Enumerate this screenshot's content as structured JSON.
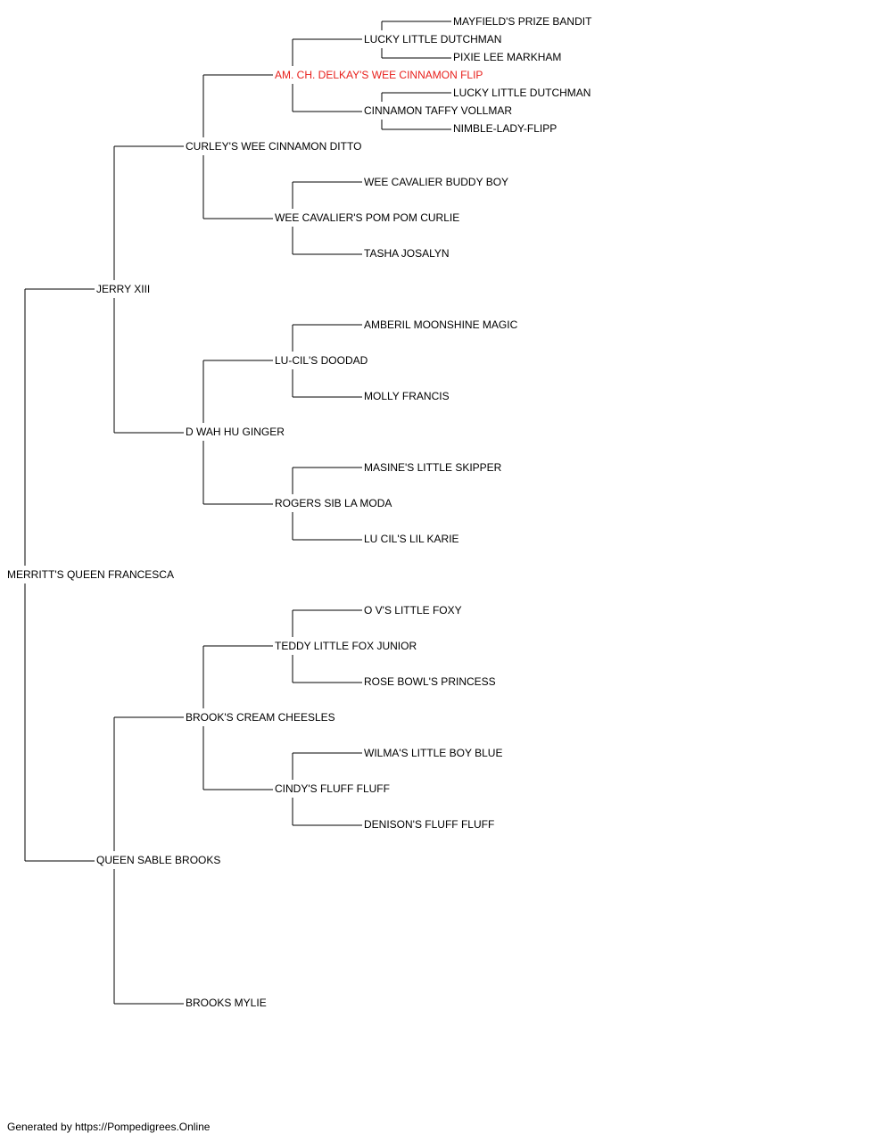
{
  "pedigree": {
    "name": "MERRITT'S QUEEN FRANCESCA",
    "sire": {
      "name": "JERRY XIII",
      "sire": {
        "name": "CURLEY'S WEE CINNAMON DITTO",
        "sire": {
          "name": "AM. CH. DELKAY'S WEE CINNAMON FLIP",
          "highlight": true,
          "sire": {
            "name": "LUCKY LITTLE DUTCHMAN",
            "sire": {
              "name": "MAYFIELD'S PRIZE BANDIT"
            },
            "dam": {
              "name": "PIXIE LEE MARKHAM"
            }
          },
          "dam": {
            "name": "CINNAMON TAFFY VOLLMAR",
            "sire": {
              "name": "LUCKY LITTLE DUTCHMAN"
            },
            "dam": {
              "name": "NIMBLE-LADY-FLIPP"
            }
          }
        },
        "dam": {
          "name": "WEE CAVALIER'S POM POM CURLIE",
          "sire": {
            "name": "WEE CAVALIER BUDDY BOY"
          },
          "dam": {
            "name": "TASHA JOSALYN"
          }
        }
      },
      "dam": {
        "name": "D WAH HU GINGER",
        "sire": {
          "name": "LU-CIL'S DOODAD",
          "sire": {
            "name": "AMBERIL MOONSHINE MAGIC"
          },
          "dam": {
            "name": "MOLLY FRANCIS"
          }
        },
        "dam": {
          "name": "ROGERS SIB LA MODA",
          "sire": {
            "name": "MASINE'S LITTLE SKIPPER"
          },
          "dam": {
            "name": "LU CIL'S LIL KARIE"
          }
        }
      }
    },
    "dam": {
      "name": "QUEEN SABLE BROOKS",
      "sire": {
        "name": "BROOK'S CREAM CHEESLES",
        "sire": {
          "name": "TEDDY LITTLE FOX JUNIOR",
          "sire": {
            "name": "O V'S LITTLE FOXY"
          },
          "dam": {
            "name": "ROSE BOWL'S PRINCESS"
          }
        },
        "dam": {
          "name": "CINDY'S FLUFF FLUFF",
          "sire": {
            "name": "WILMA'S LITTLE BOY BLUE"
          },
          "dam": {
            "name": "DENISON'S FLUFF FLUFF"
          }
        }
      },
      "dam": {
        "name": "BROOKS MYLIE"
      }
    }
  },
  "footer": "Generated by https://Pompedigrees.Online",
  "colors": {
    "text": "#000000",
    "highlight": "#e8201c",
    "line": "#000000"
  }
}
